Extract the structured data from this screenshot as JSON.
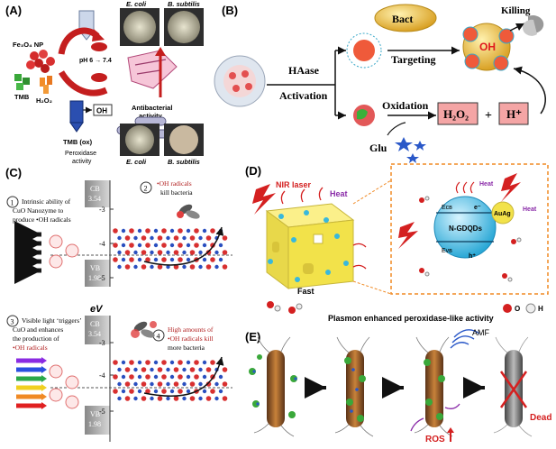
{
  "panels": {
    "a": {
      "label": "(A)",
      "fe3o4": "Fe₃O₄ NP",
      "tmb": "TMB",
      "h2o2": "H₂O₂",
      "ph": "pH 6 → 7.4",
      "ecoli": "E. coli",
      "bsub": "B. subtilis",
      "antibacterial": "Antibacterial",
      "activity": "activity",
      "oh": "OH",
      "tmbox": "TMB (ox)",
      "peroxidase": "Peroxidase",
      "peroxidase_activity": "activity",
      "ecoli2": "E. coli",
      "bsub2": "B. subtilis"
    },
    "b": {
      "label": "(B)",
      "bact": "Bact",
      "killing": "Killing",
      "haase": "HAase",
      "activation": "Activation",
      "targeting": "Targeting",
      "oh": "OH",
      "oxidation": "Oxidation",
      "h2o2": "H₂O₂",
      "plus": "+",
      "hplus": "H⁺",
      "glu": "Glu"
    },
    "c": {
      "label": "(C)",
      "step1_num": "1",
      "step1_line1": "Intrinsic ability of",
      "step1_line2": "CuO Nanozyme to",
      "step1_line3": "produce •OH radicals",
      "step2_num": "2",
      "step2_line1": "•OH radicals",
      "step2_line2": "kill bacteria",
      "step3_num": "3",
      "step3_line1": "Visible light ‘triggers’",
      "step3_line2": "CuO and enhances",
      "step3_line3": "the production of",
      "step3_line4": "•OH radicals",
      "step4_num": "4",
      "step4_line1": "High amounts of",
      "step4_line2": "•OH radicals kill",
      "step4_line3": "more bacteria",
      "cb_top": "CB",
      "cb_top_val": "3.54",
      "vb_top": "VB",
      "vb_top_val": "1.98",
      "cb_bot": "CB",
      "cb_bot_val": "3.54",
      "vb_bot": "VB",
      "vb_bot_val": "1.98",
      "tick_m3": "-3",
      "tick_m4": "-4",
      "tick_m5": "-5",
      "tick_m3b": "-3",
      "tick_m4b": "-4",
      "tick_m5b": "-5",
      "ev": "eV"
    },
    "d": {
      "label": "(D)",
      "nir": "NIR laser",
      "heat": "Heat",
      "fast": "Fast",
      "inset_heat1": "Heat",
      "inset_heat2": "Heat",
      "ecb": "Eᴄʙ",
      "evb": "Eᴠʙ",
      "ngdqds": "N-GDQDs",
      "auag": "AuAg",
      "eminus": "e⁻",
      "hplus": "h⁺",
      "caption": "Plasmon enhanced peroxidase-like activity",
      "legend_o": "O",
      "legend_h": "H"
    },
    "e": {
      "label": "(E)",
      "amf": "AMF",
      "ros": "ROS",
      "dead": "Dead"
    }
  },
  "colors": {
    "red": "#e03030",
    "dark_red": "#b11e1e",
    "yellow": "#f2e24a",
    "cyan": "#39c0e0",
    "pink_box": "#f4a5a5",
    "orange_dash": "#f08a24"
  }
}
